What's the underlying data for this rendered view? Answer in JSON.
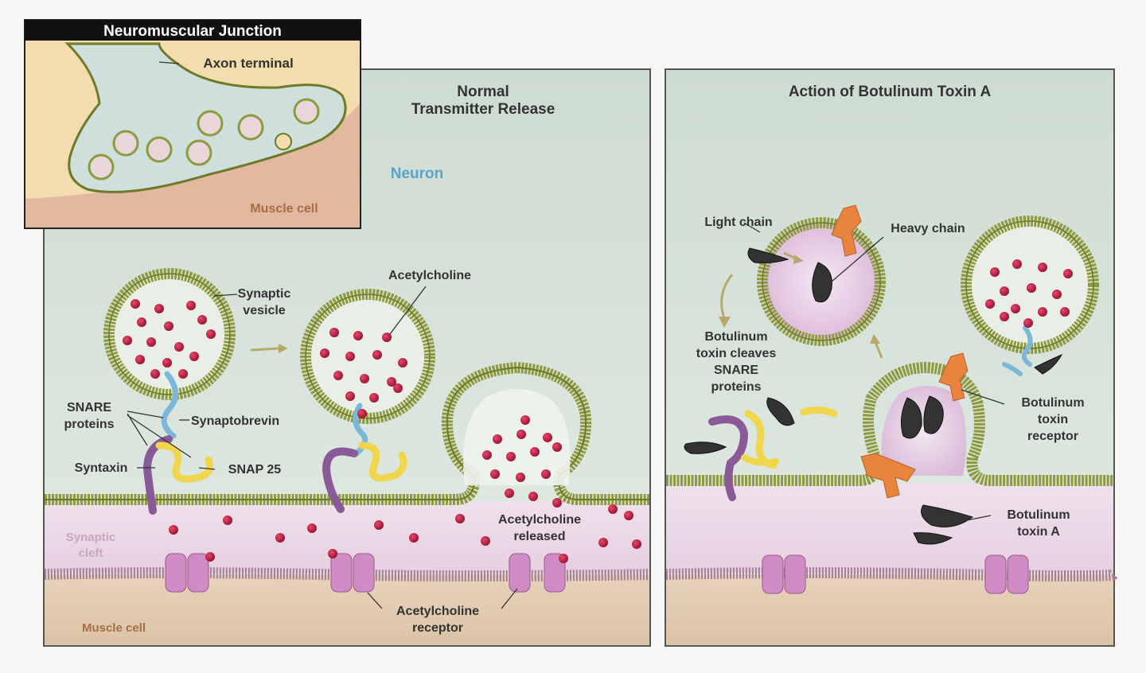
{
  "inset": {
    "title": "Neuromuscular Junction",
    "axon_terminal": "Axon terminal",
    "muscle_cell": "Muscle cell"
  },
  "left_panel": {
    "title_line1": "Normal",
    "title_line2": "Transmitter Release",
    "neuron": "Neuron",
    "acetylcholine": "Acetylcholine",
    "synaptic_vesicle_1": "Synaptic",
    "synaptic_vesicle_2": "vesicle",
    "snare_1": "SNARE",
    "snare_2": "proteins",
    "synaptobrevin": "Synaptobrevin",
    "syntaxin": "Syntaxin",
    "snap25": "SNAP 25",
    "cleft_1": "Synaptic",
    "cleft_2": "cleft",
    "ach_released_1": "Acetylcholine",
    "ach_released_2": "released",
    "receptor_1": "Acetylcholine",
    "receptor_2": "receptor",
    "muscle_cell": "Muscle cell"
  },
  "right_panel": {
    "title": "Action of Botulinum Toxin A",
    "light_chain": "Light chain",
    "heavy_chain": "Heavy chain",
    "cleaves_1": "Botulinum",
    "cleaves_2": "toxin cleaves",
    "cleaves_3": "SNARE",
    "cleaves_4": "proteins",
    "receptor_1": "Botulinum",
    "receptor_2": "toxin",
    "receptor_3": "receptor",
    "toxin_1": "Botulinum",
    "toxin_2": "toxin A"
  },
  "colors": {
    "neuron_bg": "#d8e4dc",
    "cleft": "#ecd8e6",
    "muscle": "#e2cdb2",
    "membrane": "#8d9a3e",
    "vesicle_fill": "#e9efe6",
    "acetylcholine": "#b3163a",
    "synaptobrevin": "#7ab7d8",
    "syntaxin": "#8a5a98",
    "snap25": "#f0d64c",
    "receptor": "#cf8cc4",
    "heavy_chain": "#e8843e",
    "light_chain": "#333333",
    "neuron_label": "#5aa3c8",
    "muscle_label": "#a66e45",
    "cleft_label": "#c9a6bf"
  }
}
